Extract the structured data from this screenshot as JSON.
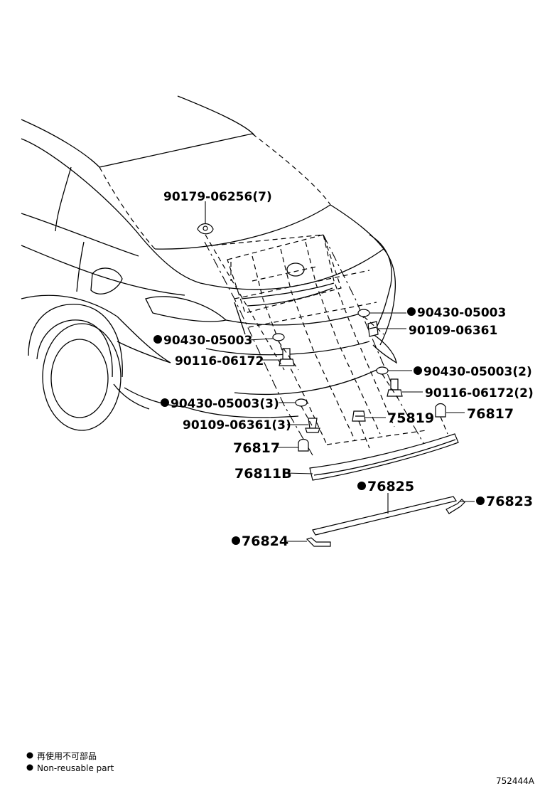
{
  "callouts": {
    "c1": "90179-06256(7)",
    "c2": "90430-05003",
    "c3": "90109-06361",
    "c4": "90430-05003",
    "c5": "90116-06172",
    "c6": "90430-05003(2)",
    "c7": "90116-06172(2)",
    "c8": "90430-05003(3)",
    "c9": "75819",
    "c10": "76817",
    "c11": "90109-06361(3)",
    "c12": "76817",
    "c13": "76811B",
    "c14": "76825",
    "c15": "76823",
    "c16": "76824"
  },
  "legend": {
    "japanese": "再使用不可部品",
    "english": "Non-reusable part"
  },
  "illustration_code": "752444A"
}
